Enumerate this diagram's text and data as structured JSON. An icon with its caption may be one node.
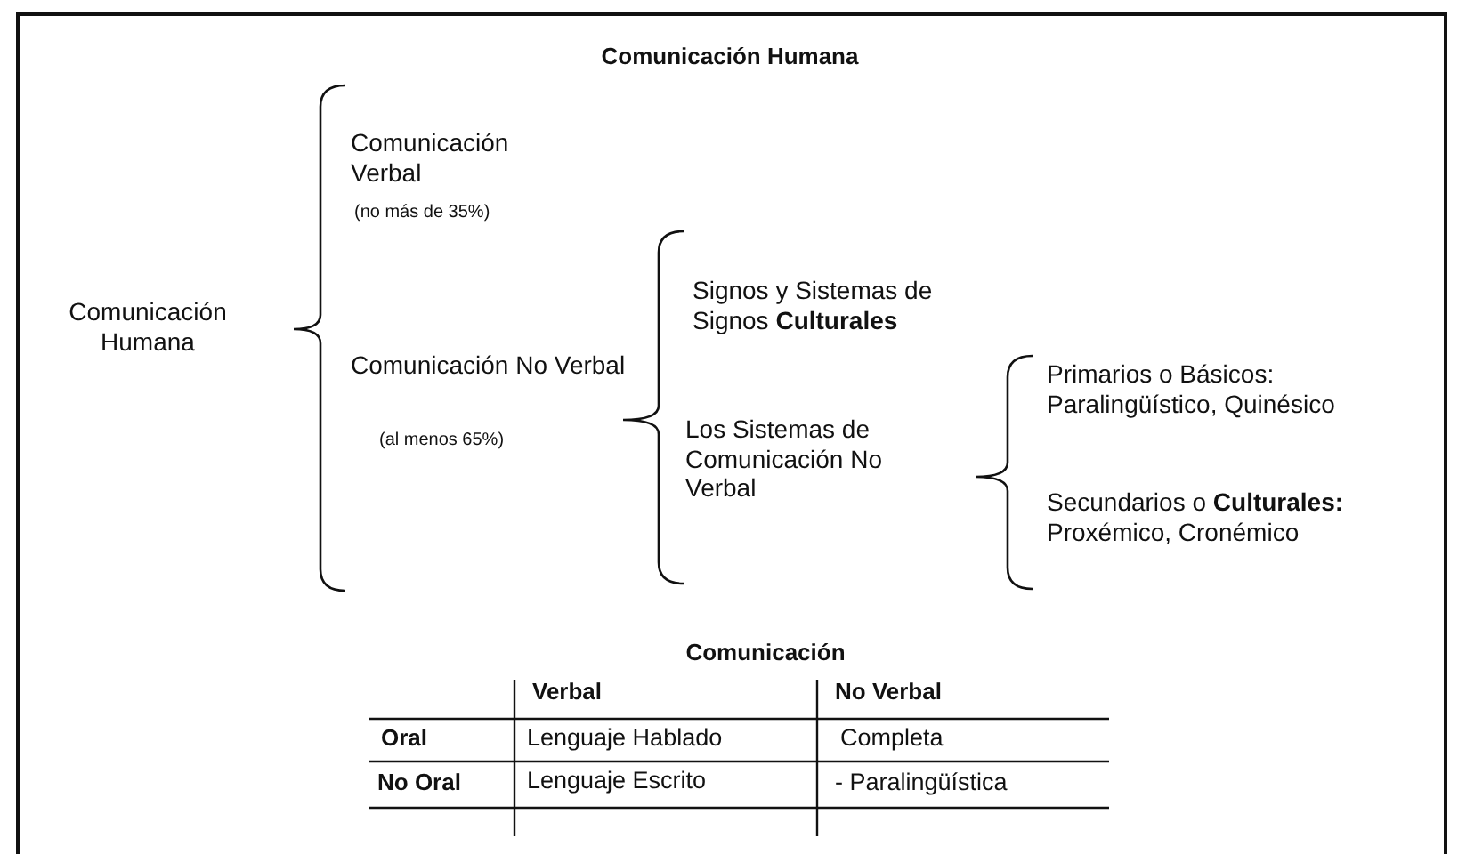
{
  "diagram": {
    "title": "Comunicación Humana",
    "labels": [
      "Comunicación Verbal",
      "(no más de 35%)",
      "Comunicación Humana",
      "Signos y Sistemas de Signos **Culturales**",
      "Comunicación No Verbal",
      "Primarios o Básicos: Paralingüístico, Quinésico",
      "(al menos 65%)",
      "Los Sistemas de Comunicación No Verbal",
      "Secundarios o **Culturales:** Proxémico, Cronémico",
      "Comunicación",
      "Verbal",
      "No Verbal",
      "Oral",
      "Lenguaje Hablado",
      "Completa",
      "No Oral",
      "Lenguaje Escrito",
      "- Paralingüística"
    ]
  }
}
